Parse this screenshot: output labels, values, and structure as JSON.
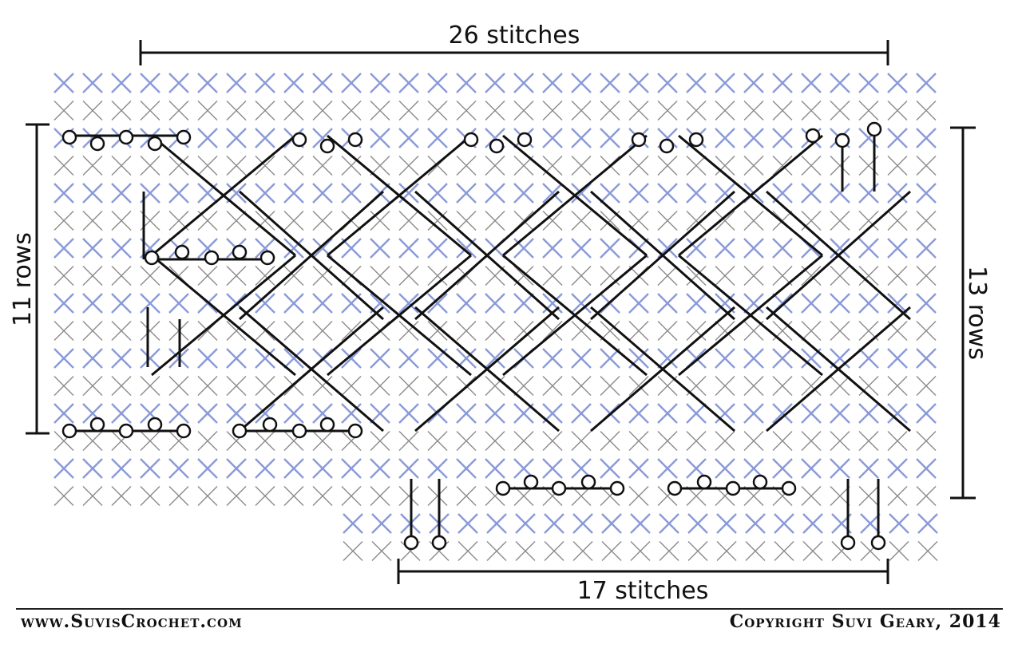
{
  "dimensions": {
    "top_width": "26 stitches",
    "left_height": "11 rows",
    "right_height": "13 rows",
    "bottom_width": "17 stitches"
  },
  "footer": {
    "website": "www.SuvisCrochet.com",
    "copyright": "Copyright Suvi Geary, 2014"
  },
  "colors": {
    "blue_cross": "#8a9ad8",
    "grey_cross": "#8c8c8c",
    "ink": "#111111",
    "background": "#ffffff"
  },
  "symbols": [
    "sc-blue-cross",
    "sc-grey-cross",
    "chain-circle",
    "treble-post",
    "cable-crossing"
  ]
}
